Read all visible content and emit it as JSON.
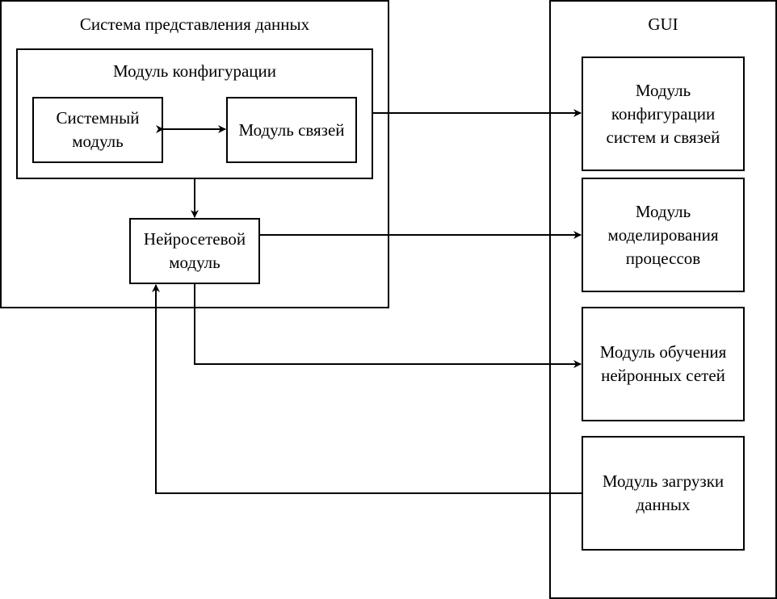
{
  "colors": {
    "stroke": "#000000",
    "background": "#ffffff"
  },
  "containers": {
    "data_system": {
      "title": "Система представления данных"
    },
    "config_module": {
      "title": "Модуль конфигурации"
    },
    "gui": {
      "title": "GUI"
    }
  },
  "modules": {
    "system_module": "Системный модуль",
    "links_module": "Модуль связей",
    "neural_module": "Нейросетевой модуль"
  },
  "gui_modules": {
    "config_systems_links": "Модуль конфигурации систем и связей",
    "process_modeling": "Модуль моделирования процессов",
    "nn_training": "Модуль обучения нейронных сетей",
    "data_loading": "Модуль загрузки данных"
  }
}
